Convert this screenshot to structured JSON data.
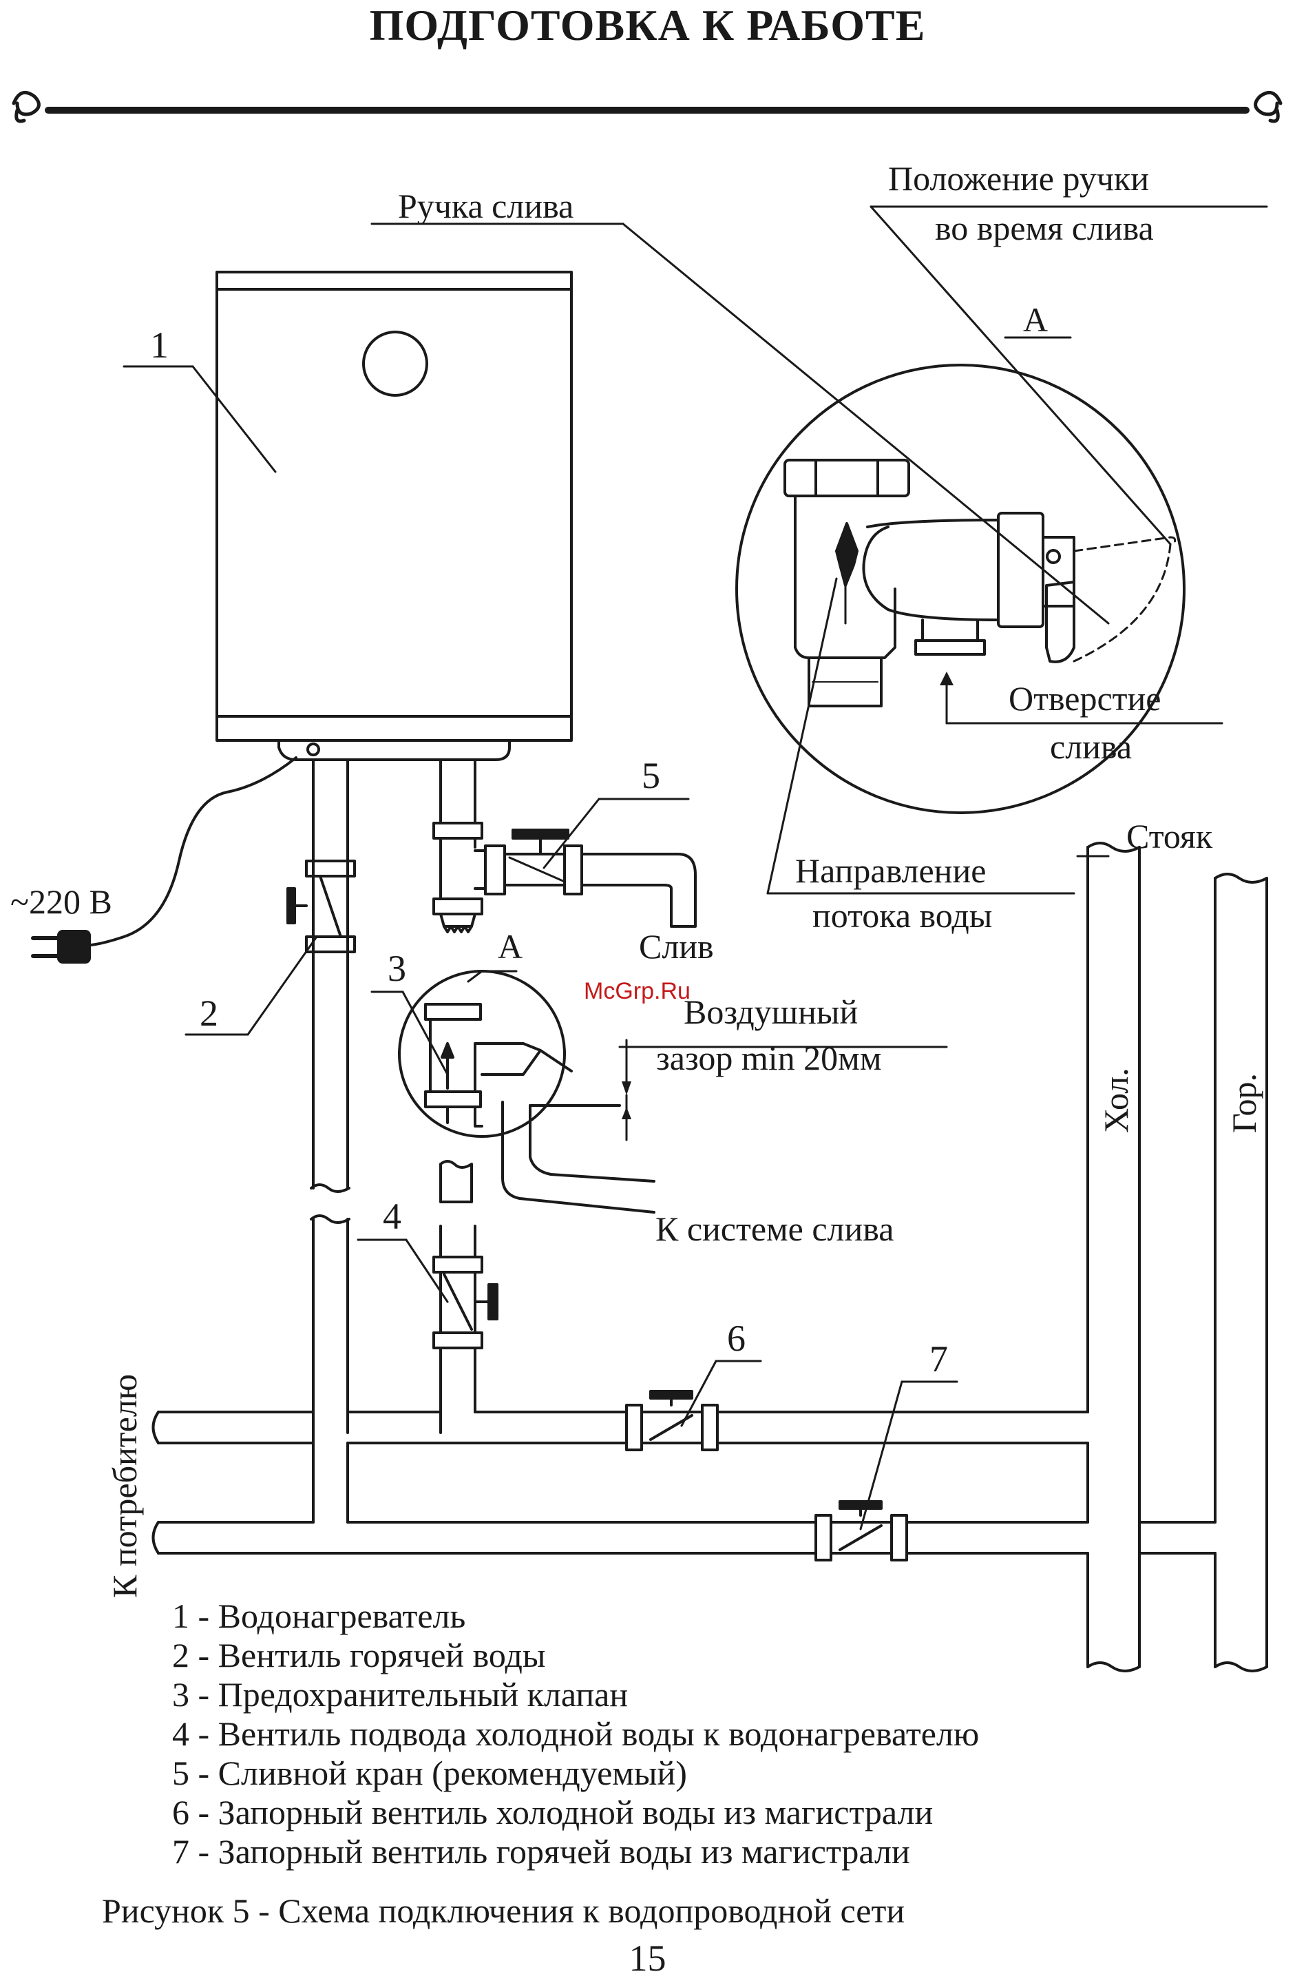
{
  "header": {
    "title": "ПОДГОТОВКА К РАБОТЕ"
  },
  "callouts": {
    "drain_handle": "Ручка слива",
    "handle_position_line1": "Положение ручки",
    "handle_position_line2": "во время слива",
    "view_label_large": "А",
    "view_label_small": "А",
    "drain_hole_line1": "Отверстие",
    "drain_hole_line2": "слива",
    "flow_direction_line1": "Направление",
    "flow_direction_line2": "потока воды",
    "riser": "Стояк",
    "voltage": "~220 В",
    "drain": "Слив",
    "air_gap_line1": "Воздушный",
    "air_gap_line2": "зазор min 20мм",
    "to_drain_system": "К системе слива",
    "cold": "Хол.",
    "hot": "Гор.",
    "to_consumer": "К потребителю"
  },
  "numbers": {
    "n1": "1",
    "n2": "2",
    "n3": "3",
    "n4": "4",
    "n5": "5",
    "n6": "6",
    "n7": "7"
  },
  "legend": [
    "1 - Водонагреватель",
    "2 - Вентиль горячей воды",
    "3 - Предохранительный клапан",
    "4 - Вентиль подвода холодной воды к водонагревателю",
    "5 - Сливной кран (рекомендуемый)",
    "6 - Запорный вентиль холодной воды из магистрали",
    "7 - Запорный вентиль горячей воды из магистрали"
  ],
  "caption": "Рисунок 5 -  Схема подключения к водопроводной сети",
  "page_number": "15",
  "watermark": "McGrp.Ru",
  "colors": {
    "ink": "#1a1a1a",
    "paper": "#ffffff",
    "watermark": "#c41a1a"
  }
}
